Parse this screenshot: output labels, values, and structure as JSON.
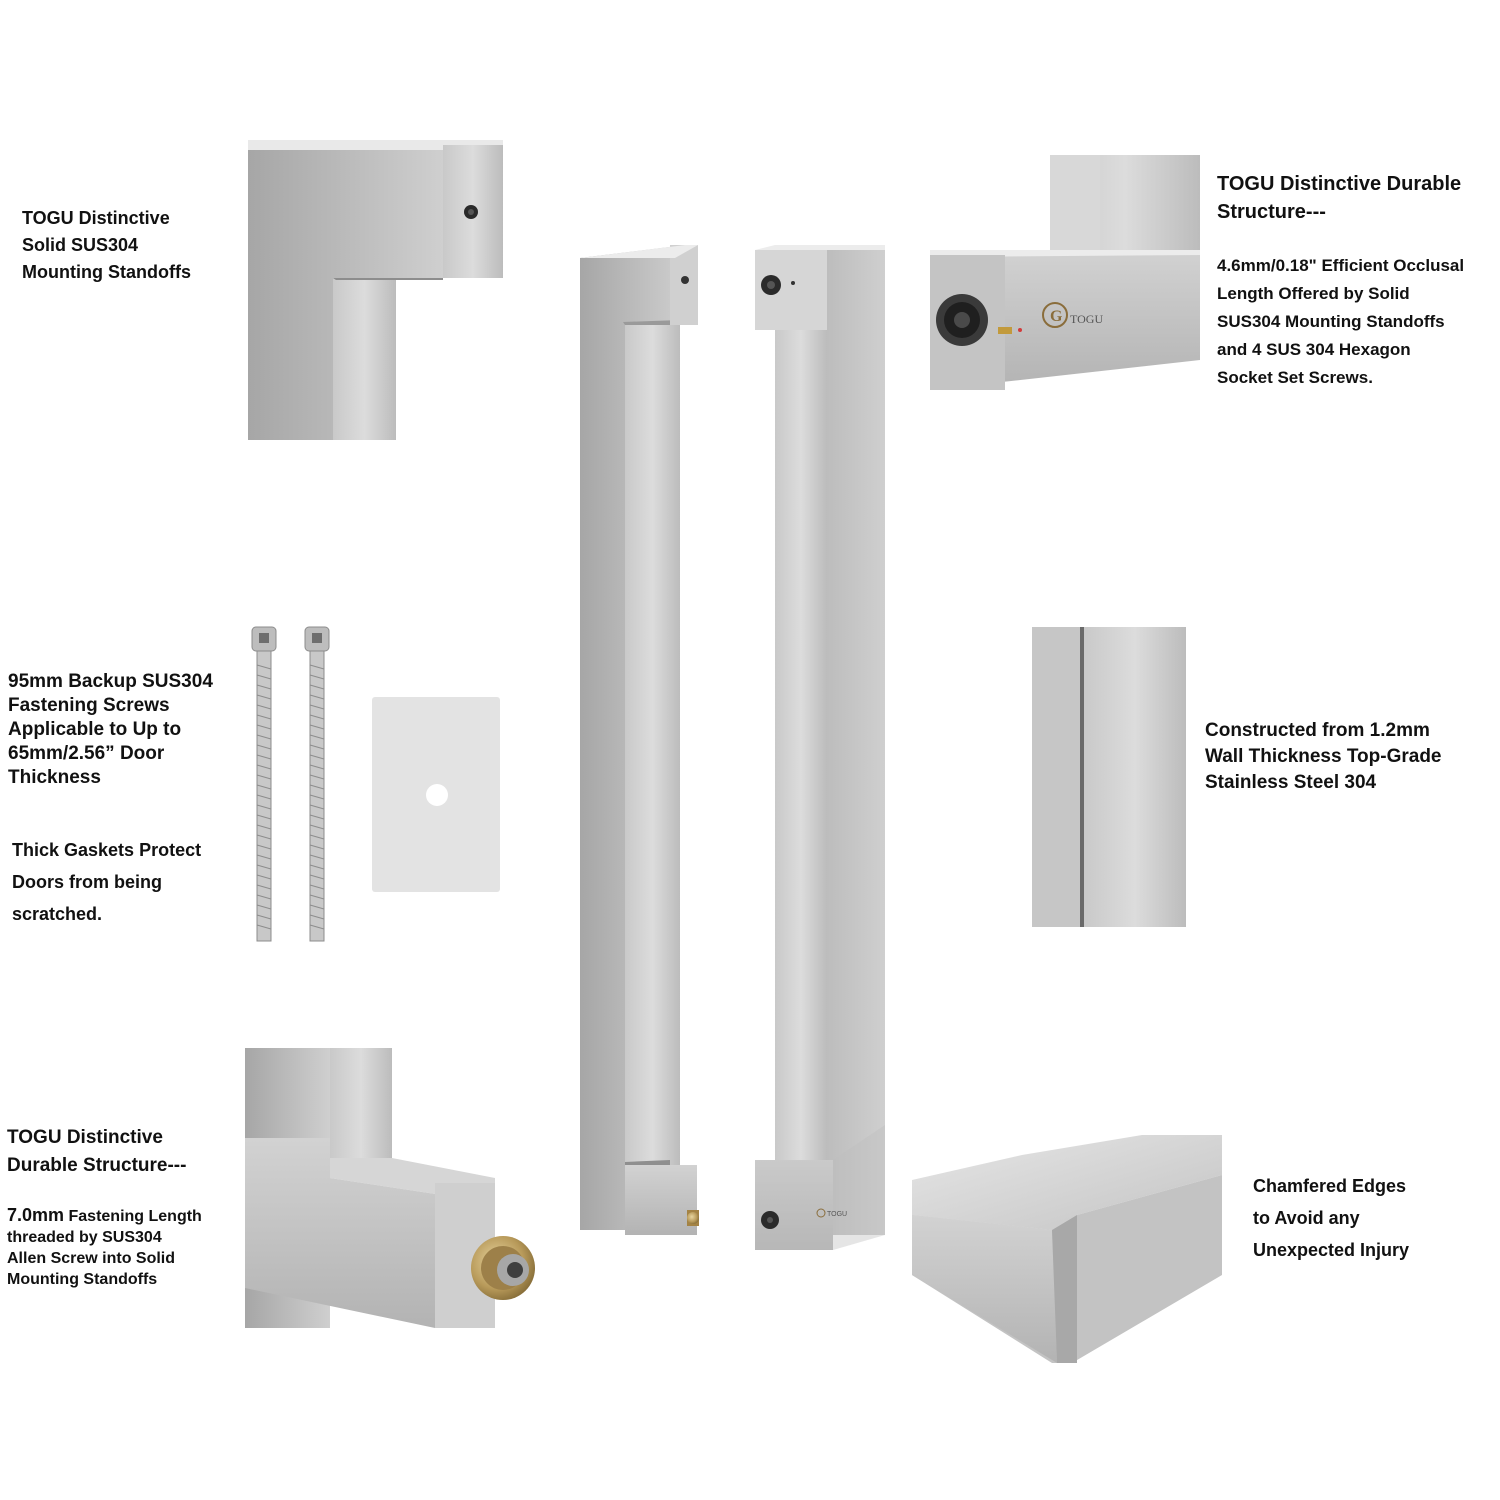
{
  "annotations": {
    "standoff_top_left": {
      "lines": [
        "TOGU Distinctive",
        "Solid SUS304",
        "Mounting Standoffs"
      ]
    },
    "durable_structure_top_right": {
      "title_lines": [
        "TOGU Distinctive Durable",
        "Structure---"
      ],
      "body_lines": [
        "4.6mm/0.18\" Efficient Occlusal",
        "Length Offered by Solid",
        "SUS304 Mounting Standoffs",
        "and 4 SUS 304 Hexagon",
        "Socket Set Screws."
      ]
    },
    "backup_screws": {
      "lines": [
        "95mm Backup SUS304",
        "Fastening Screws",
        "Applicable to Up to",
        "65mm/2.56” Door",
        "Thickness"
      ]
    },
    "gaskets": {
      "lines": [
        "Thick Gaskets Protect",
        "Doors from being",
        "scratched."
      ]
    },
    "wall_thickness": {
      "lines": [
        "Constructed from 1.2mm",
        "Wall Thickness Top-Grade",
        "Stainless Steel 304"
      ]
    },
    "durable_structure_bottom_left": {
      "title_lines": [
        "TOGU Distinctive",
        "Durable Structure---"
      ],
      "body_big": "7.0mm",
      "body_first_rest": " Fastening Length",
      "body_lines": [
        "threaded by SUS304",
        "Allen Screw into Solid",
        "Mounting Standoffs"
      ]
    },
    "chamfered": {
      "lines": [
        "Chamfered Edges",
        "to Avoid any",
        "Unexpected Injury"
      ]
    }
  },
  "logo_text": "TOGU",
  "logo_letter": "G",
  "colors": {
    "steel_light": "#d9d9d9",
    "steel_mid": "#bdbdbd",
    "steel_dark": "#8f8f8f",
    "gasket": "#e3e3e3",
    "brass": "#b89a5a"
  }
}
